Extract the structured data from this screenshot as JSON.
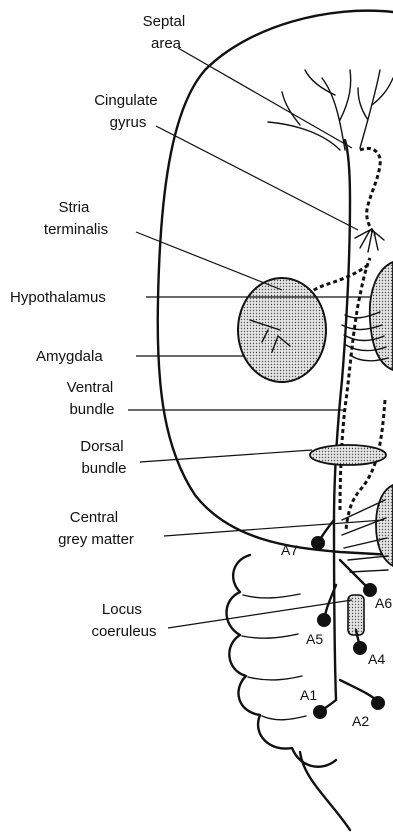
{
  "labels": {
    "septal_area": [
      "Septal",
      "area"
    ],
    "cingulate_gyrus": [
      "Cingulate",
      "gyrus"
    ],
    "stria_terminalis": [
      "Stria",
      "terminalis"
    ],
    "hypothalamus": [
      "Hypothalamus"
    ],
    "amygdala": [
      "Amygdala"
    ],
    "ventral_bundle": [
      "Ventral",
      "bundle"
    ],
    "dorsal_bundle": [
      "Dorsal",
      "bundle"
    ],
    "central_grey_matter": [
      "Central",
      "grey matter"
    ],
    "locus_coeruleus": [
      "Locus",
      "coeruleus"
    ]
  },
  "nuclei": {
    "a7": "A7",
    "a6": "A6",
    "a5": "A5",
    "a4": "A4",
    "a1": "A1",
    "a2": "A2"
  },
  "colors": {
    "ink": "#111111",
    "shading": "#dcdcdc",
    "background": "#ffffff"
  }
}
